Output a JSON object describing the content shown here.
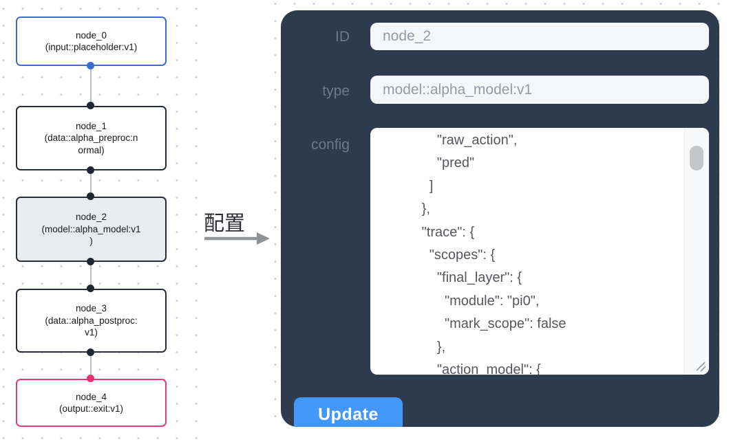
{
  "flow": {
    "transfer_label": "配置",
    "nodes": [
      {
        "label": "node_0\n(input::placeholder:v1)"
      },
      {
        "label": "node_1\n(data::alpha_preproc:n\normal)"
      },
      {
        "label": "node_2\n(model::alpha_model:v1\n)"
      },
      {
        "label": "node_3\n(data::alpha_postproc:\nv1)"
      },
      {
        "label": "node_4\n(output::exit:v1)"
      }
    ]
  },
  "panel": {
    "id_label": "ID",
    "id_value": "node_2",
    "type_label": "type",
    "type_value": "model::alpha_model:v1",
    "config_label": "config",
    "config_text": "                \"raw_action\",\n                \"pred\"\n              ]\n            },\n            \"trace\": {\n              \"scopes\": {\n                \"final_layer\": {\n                  \"module\": \"pi0\",\n                  \"mark_scope\": false\n                },\n                \"action_model\": {",
    "update_label": "Update"
  },
  "colors": {
    "input_node_border": "#3e6bd6",
    "default_node_border": "#262c3a",
    "selected_node_fill": "#e9ebee",
    "output_node_border": "#e83a72",
    "panel_background": "#2e3a4d",
    "update_button": "#4398f7",
    "arrow": "#8f9398"
  }
}
